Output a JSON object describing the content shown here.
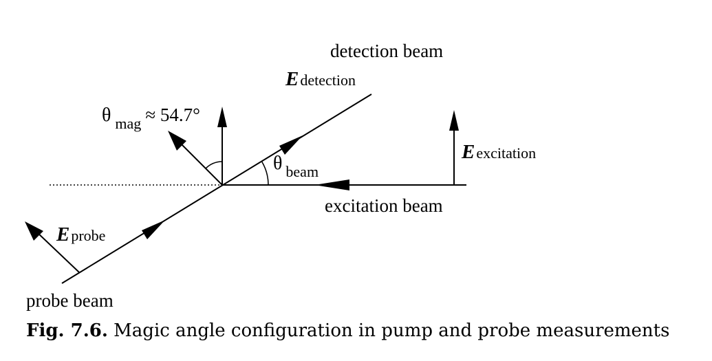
{
  "labels": {
    "detection_beam": "detection beam",
    "excitation_beam": "excitation beam",
    "probe_beam": "probe beam",
    "e_symbol": "E",
    "e_detection_sub": "detection",
    "e_excitation_sub": "excitation",
    "e_probe_sub": "probe",
    "theta": "θ",
    "theta_mag_sub": "mag",
    "theta_mag_value": "≈ 54.7°",
    "theta_beam_sub": "beam"
  },
  "caption": {
    "number": "Fig. 7.6.",
    "text": "Magic angle configuration in pump and probe measurements"
  },
  "colors": {
    "ink": "#000000",
    "background": "#ffffff"
  }
}
